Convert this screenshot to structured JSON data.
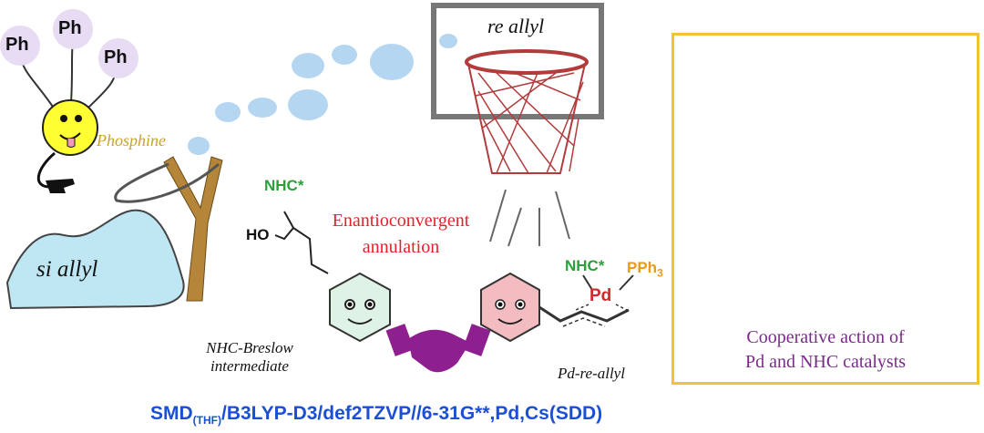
{
  "phosphine": {
    "substituents": [
      "Ph",
      "Ph",
      "Ph"
    ],
    "label": "Phosphine"
  },
  "si_allyl": {
    "label": "si allyl"
  },
  "re_allyl": {
    "label": "re allyl"
  },
  "breslow": {
    "nhc": "NHC*",
    "ho": "HO",
    "caption_line1": "NHC-Breslow",
    "caption_line2": "intermediate"
  },
  "reaction": {
    "line1": "Enantioconvergent",
    "line2": "annulation"
  },
  "pd_complex": {
    "nhc": "NHC*",
    "metal": "Pd",
    "ligand": "PPh",
    "ligand_subscript": "3",
    "caption": "Pd-re-allyl"
  },
  "panel": {
    "caption_line1": "Cooperative action of",
    "caption_line2": "Pd and NHC catalysts"
  },
  "method": {
    "part1": "SMD",
    "subscript": "(THF)",
    "part2": "/B3LYP-D3/def2TZVP//6-31G**,Pd,Cs(SDD)"
  },
  "colors": {
    "phosphine_label": "#c9a227",
    "nhc_green": "#2e9e3b",
    "reaction_red": "#e8202a",
    "pph3_orange": "#e69a1e",
    "pd_red": "#d2272b",
    "panel_caption": "#7b2a8c",
    "method_blue": "#1a4fd6",
    "panel_border": "#f1c232",
    "handshake": "#8e1f8e"
  }
}
